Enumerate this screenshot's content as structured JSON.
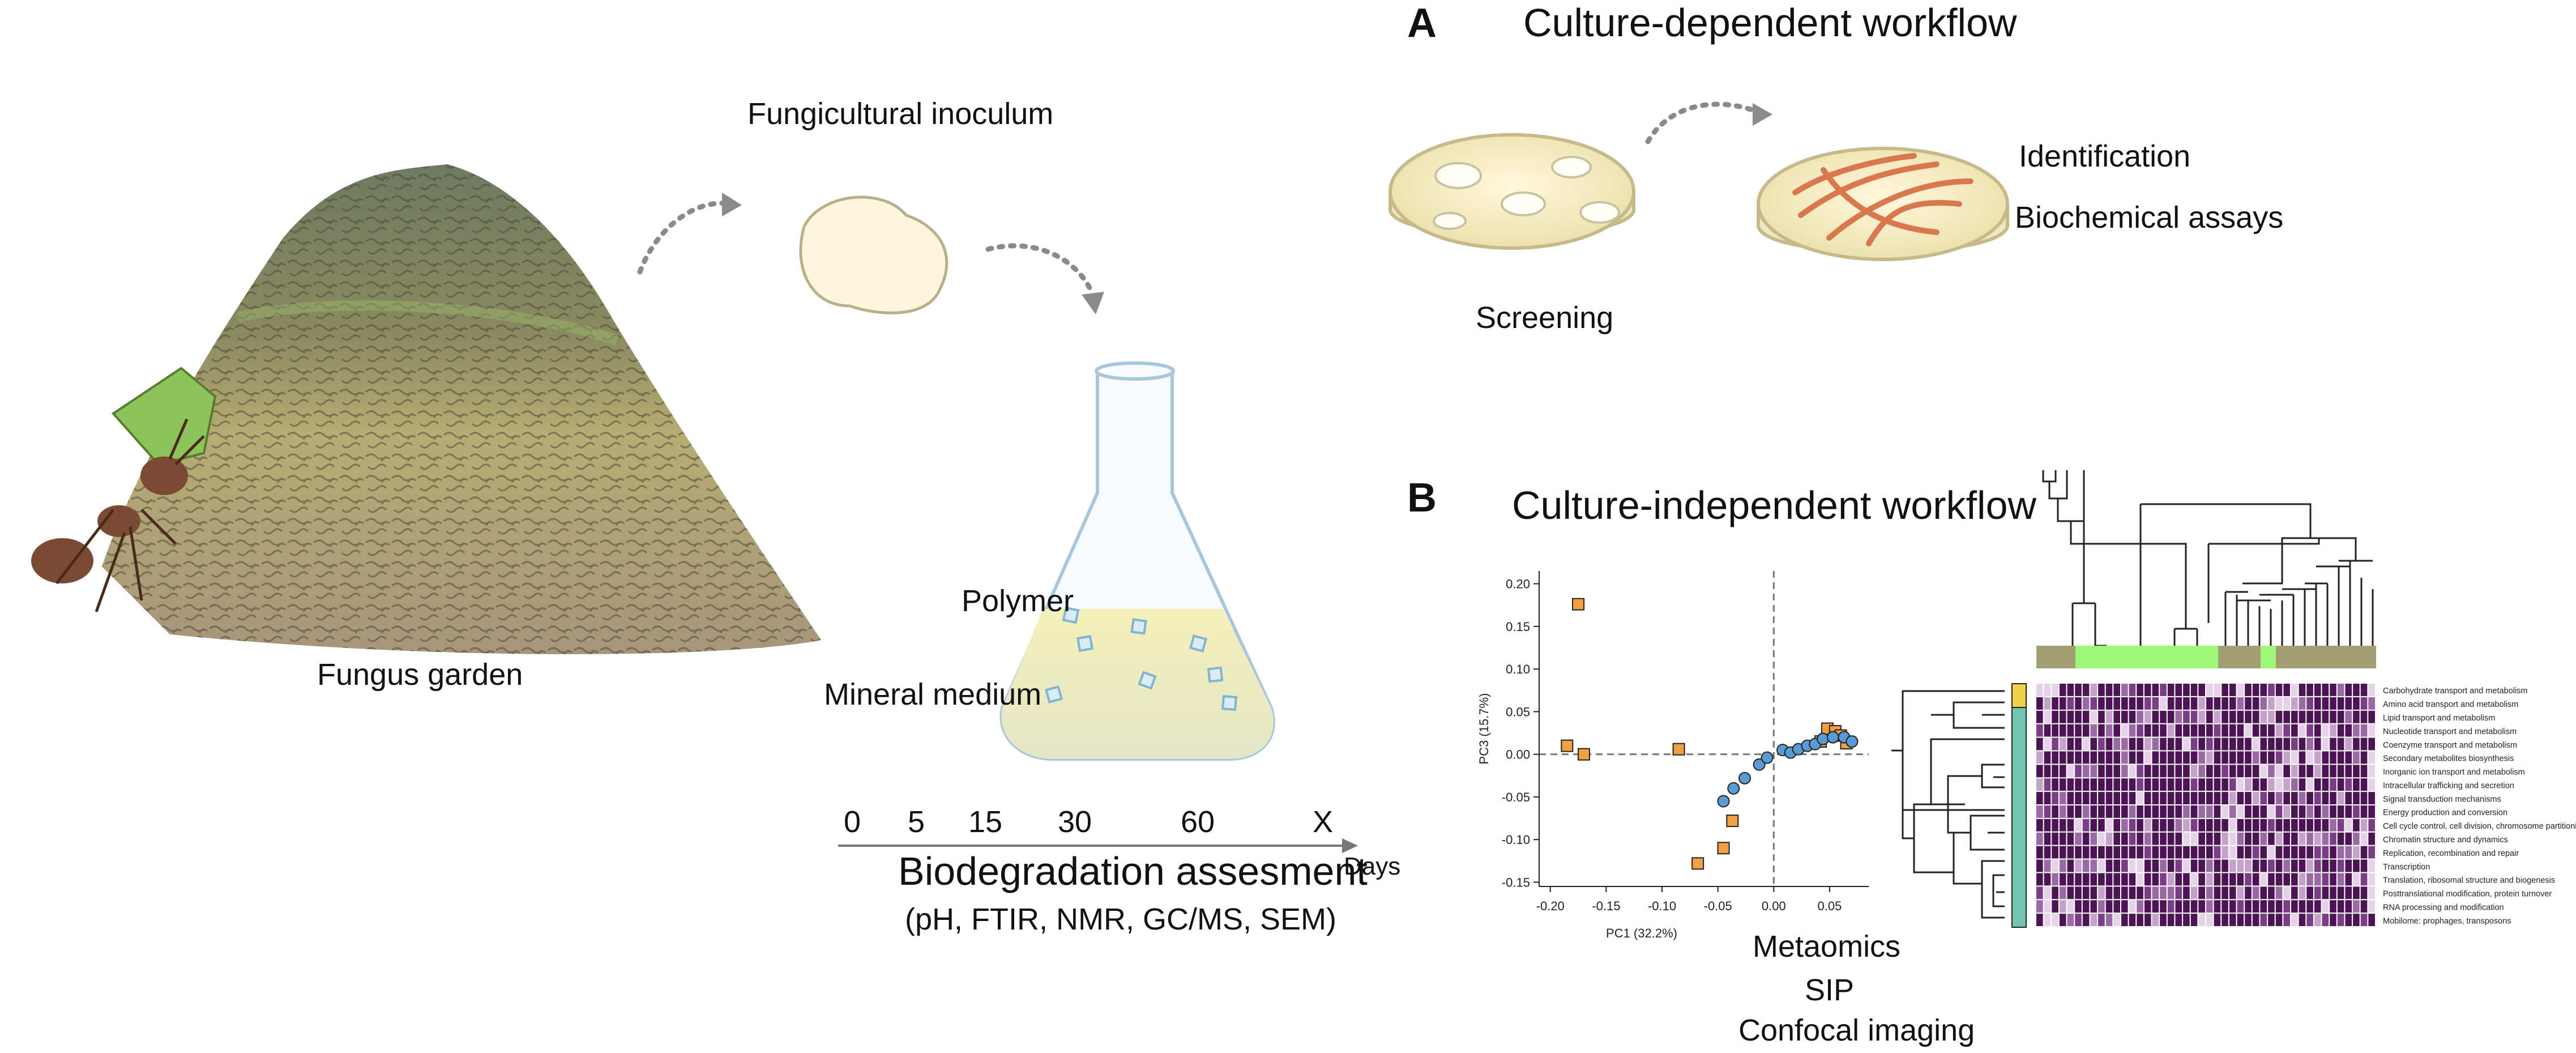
{
  "left": {
    "fungus_garden": "Fungus garden",
    "inoculum": "Fungicultural inoculum",
    "polymer": "Polymer",
    "mineral_medium": "Mineral medium",
    "timeline": {
      "ticks": [
        "0",
        "5",
        "15",
        "30",
        "60",
        "X"
      ],
      "unit": "Days",
      "title": "Biodegradation assesment",
      "subtitle": "(pH, FTIR, NMR, GC/MS, SEM)"
    }
  },
  "panel_a": {
    "letter": "A",
    "title": "Culture-dependent workflow",
    "screening": "Screening",
    "identification": "Identification",
    "biochemical": "Biochemical assays"
  },
  "panel_b": {
    "letter": "B",
    "title": "Culture-independent workflow",
    "methods": [
      "Metaomics",
      "SIP",
      "Confocal imaging"
    ],
    "heatmap_labels": [
      "Carbohydrate transport and metabolism",
      "Amino acid transport and metabolism",
      "Lipid transport and metabolism",
      "Nucleotide transport and metabolism",
      "Coenzyme transport and metabolism",
      "Secondary metabolites biosynthesis",
      "Inorganic ion transport and metabolism",
      "Intracellular trafficking and secretion",
      "Signal transduction mechanisms",
      "Energy production and conversion",
      "Cell cycle control, cell division, chromosome partitioning",
      "Chromatin structure and dynamics",
      "Replication, recombination and repair",
      "Transcription",
      "Translation, ribosomal structure and biogenesis",
      "Posttranslational modification, protein turnover",
      "RNA processing and modification",
      "Mobilome: prophages, transposons"
    ],
    "colors": {
      "heat_dark": "#4a1552",
      "heat_light": "#e6d2e8",
      "column_bar_olive": "#a39f75",
      "column_bar_green": "#9ff77a",
      "row_bar_teal": "#72c6b0",
      "row_bar_yellow": "#f2d24b"
    }
  },
  "chart_data": {
    "type": "scatter",
    "xlabel": "PC1 (32.2%)",
    "ylabel": "PC3 (15.7%)",
    "xlim": [
      -0.21,
      0.085
    ],
    "ylim": [
      -0.155,
      0.215
    ],
    "xticks": [
      "-0.20",
      "-0.15",
      "-0.10",
      "-0.05",
      "0.00",
      "0.05"
    ],
    "yticks": [
      "0.20",
      "0.15",
      "0.10",
      "0.05",
      "0.00",
      "-0.05",
      "-0.10",
      "-0.15"
    ],
    "series": [
      {
        "color": "#f0a040",
        "marker": "square",
        "points": [
          [
            -0.175,
            0.176
          ],
          [
            -0.185,
            0.01
          ],
          [
            -0.17,
            0.0
          ],
          [
            -0.085,
            0.006
          ],
          [
            -0.068,
            -0.128
          ],
          [
            -0.045,
            -0.11
          ],
          [
            -0.037,
            -0.078
          ],
          [
            0.042,
            0.015
          ],
          [
            0.048,
            0.03
          ],
          [
            0.055,
            0.027
          ],
          [
            0.06,
            0.022
          ],
          [
            0.065,
            0.013
          ]
        ]
      },
      {
        "color": "#5b9bd5",
        "marker": "circle",
        "points": [
          [
            -0.045,
            -0.055
          ],
          [
            -0.036,
            -0.04
          ],
          [
            -0.026,
            -0.028
          ],
          [
            -0.013,
            -0.012
          ],
          [
            -0.006,
            -0.004
          ],
          [
            0.008,
            0.005
          ],
          [
            0.015,
            0.002
          ],
          [
            0.022,
            0.006
          ],
          [
            0.03,
            0.01
          ],
          [
            0.037,
            0.012
          ],
          [
            0.044,
            0.018
          ],
          [
            0.053,
            0.02
          ],
          [
            0.063,
            0.02
          ],
          [
            0.07,
            0.015
          ]
        ]
      }
    ]
  }
}
